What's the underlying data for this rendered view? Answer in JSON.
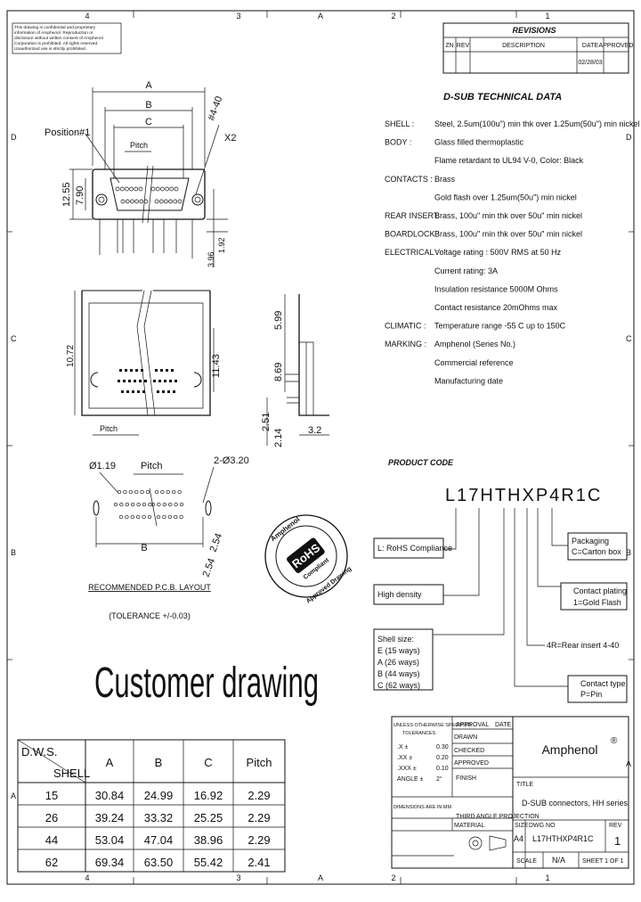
{
  "border": {
    "top": [
      "4",
      "3",
      "A",
      "2",
      "1"
    ],
    "bottom": [
      "4",
      "3",
      "A",
      "2",
      "1"
    ],
    "left": [
      "D",
      "C",
      "B",
      "A"
    ],
    "right": [
      "D",
      "C",
      "B",
      "A"
    ]
  },
  "notice": [
    "This drawing is confidential and proprietary",
    "information of Amphenol. Reproduction or",
    "disclosure without written consent of Amphenol",
    "Corporation is prohibited. All rights reserved.",
    "Unauthorized use is strictly prohibited."
  ],
  "revisions": {
    "title": "REVISIONS",
    "headers": [
      "ZN",
      "REV",
      "DESCRIPTION",
      "DATE",
      "APPROVED"
    ],
    "row": [
      "",
      "",
      "",
      "02/28/03",
      ""
    ]
  },
  "tech": {
    "title": "D-SUB TECHNICAL DATA",
    "rows": [
      {
        "label": "SHELL :",
        "value": "Steel, 2.5um(100u\") min thk over 1.25um(50u\") min nickel"
      },
      {
        "label": "BODY :",
        "value": "Glass filled thermoplastic"
      },
      {
        "label": "",
        "value": "Flame retardant to UL94 V-0, Color: Black"
      },
      {
        "label": "CONTACTS :",
        "value": "Brass"
      },
      {
        "label": "",
        "value": "Gold flash over 1.25um(50u\") min nickel"
      },
      {
        "label": "REAR INSERT:",
        "value": "Brass, 100u\" min thk over 50u\" min nickel"
      },
      {
        "label": "BOARDLOCK :",
        "value": "Brass, 100u\" min thk over 50u\" min nickel"
      },
      {
        "label": "ELECTRICAL :",
        "value": "Voltage rating : 500V RMS at 50 Hz"
      },
      {
        "label": "",
        "value": "Current rating: 3A"
      },
      {
        "label": "",
        "value": "Insulation resistance 5000M Ohms"
      },
      {
        "label": "",
        "value": "Contact resistance 20mOhms max"
      },
      {
        "label": "CLIMATIC :",
        "value": "Temperature range -55 C up to 150C"
      },
      {
        "label": "MARKING :",
        "value": "Amphenol (Series No.)"
      },
      {
        "label": "",
        "value": "Commercial reference"
      },
      {
        "label": "",
        "value": "Manufacturing date"
      }
    ]
  },
  "front_view": {
    "dims": {
      "A": "A",
      "B": "B",
      "C": "C",
      "pitch": "Pitch",
      "hole": "#4-40",
      "qty": "X2",
      "h1": "12.55",
      "h2": "7.90",
      "d1": "1.92",
      "d2": "3.96"
    },
    "position_label": "Position#1"
  },
  "side_view": {
    "dims": {
      "a": "10.72",
      "b": "11.43",
      "c": "5.99",
      "d": "8.69",
      "e": "2.51",
      "f": "2.14",
      "g": "3.2"
    },
    "pitch": "Pitch"
  },
  "pcb_layout": {
    "dims": {
      "hole": "Ø1.19",
      "pitch": "Pitch",
      "mount": "2-Ø3.20",
      "b": "B",
      "v1": "2.54",
      "v2": "2.54"
    },
    "caption": "RECOMMENDED P.C.B. LAYOUT",
    "tolerance": "(TOLERANCE +/-0.03)"
  },
  "seal": {
    "top": "Amphenol",
    "middle": "RoHS",
    "sub": "Compliant",
    "bottom": "Approved Drawing"
  },
  "product_code": {
    "title": "PRODUCT CODE",
    "code": "L17HTHXP4R1C",
    "labels": {
      "rohs": "L: RoHS Compliance",
      "density": "High density",
      "shell": [
        "Shell size:",
        "E (15 ways)",
        "A (26 ways)",
        "B (44 ways)",
        "C (62 ways)"
      ],
      "packaging": [
        "Packaging",
        "C=Carton box"
      ],
      "plating": [
        "Contact plating",
        "1=Gold Flash"
      ],
      "rear": "4R=Rear insert 4-40",
      "contact": [
        "Contact type",
        "P=Pin"
      ]
    }
  },
  "headline": "Customer drawing",
  "dim_table": {
    "corner_top": "D.W.S.",
    "corner_bottom": "SHELL",
    "headers": [
      "A",
      "B",
      "C",
      "Pitch"
    ],
    "rows": [
      [
        "15",
        "30.84",
        "24.99",
        "16.92",
        "2.29"
      ],
      [
        "26",
        "39.24",
        "33.32",
        "25.25",
        "2.29"
      ],
      [
        "44",
        "53.04",
        "47.04",
        "38.96",
        "2.29"
      ],
      [
        "62",
        "69.34",
        "63.50",
        "55.42",
        "2.41"
      ]
    ]
  },
  "title_block": {
    "tol_title": [
      "UNLESS OTHERWISE SPECIFIED",
      "TOLERANCES"
    ],
    "approval": [
      "APPROVAL",
      "DATE"
    ],
    "tol_rows": [
      ".X  ±",
      ".XX  ±",
      ".XXX ±",
      "ANGLE ±"
    ],
    "tol_values": [
      "0.30",
      "0.20",
      "0.10",
      "2°"
    ],
    "drawn": "DRAWN",
    "checked": "CHECKED",
    "approved": "APPROVED",
    "finish": "FINISH",
    "material": "MATERIAL",
    "units": "DIMENSIONS ARE IN MM",
    "angle_proj": "THIRD ANGLE PROJECTION",
    "company": "Amphenol",
    "reg": "®",
    "title_label": "TITLE",
    "title": "D-SUB connectors, HH series",
    "size_label": "SIZE",
    "size": "A4",
    "dwg_label": "DWG NO",
    "dwg": "L17HTHXP4R1C",
    "rev_label": "REV",
    "rev": "1",
    "scale_label": "SCALE",
    "scale": "N/A",
    "sheet": "SHEET 1 OF 1"
  }
}
